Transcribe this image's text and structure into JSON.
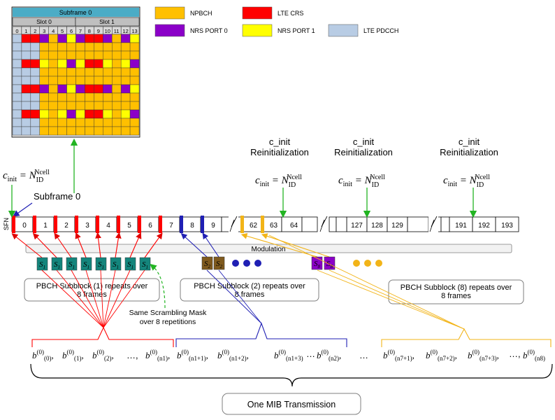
{
  "grid": {
    "subframe_label": "Subframe 0",
    "slot0_label": "Slot 0",
    "slot1_label": "Slot 1",
    "symbols": [
      "0",
      "1",
      "2",
      "3",
      "4",
      "5",
      "6",
      "7",
      "8",
      "9",
      "10",
      "11",
      "12",
      "13"
    ],
    "rows": [
      "BRRPNPYPRRPNPY",
      "BBBNNNNNNNNNNN",
      "BBBNNNNNNNNNNN",
      "BRRYNYPYRRYNYP",
      "BBBNNNNNNNNNNN",
      "BBBNNNNNNNNNNN",
      "BRRPNPYPRRPNPY",
      "BBBNNNNNNNNNNN",
      "BBBNNNNNNNNNNN",
      "BRRYNYPYRRYNYP",
      "BBBNNNNNNNNNNN",
      "BBBNNNNNNNNNNN"
    ]
  },
  "legend": [
    {
      "label": "NPBCH",
      "color": "#ffc000"
    },
    {
      "label": "LTE CRS",
      "color": "#ff0000"
    },
    {
      "label": "NRS PORT 0",
      "color": "#8b00c8"
    },
    {
      "label": "NRS PORT 1",
      "color": "#ffff00"
    },
    {
      "label": "LTE PDCCH",
      "color": "#b8cce4"
    }
  ],
  "colors": {
    "npbch": "#ffc000",
    "crs": "#ff0000",
    "nrs0": "#8b00c8",
    "nrs1": "#ffff00",
    "pdcch": "#b8cce4",
    "sub2": "#7f5a1e",
    "teal": "#14857c",
    "blue": "#1f1fb4",
    "green": "#22b422",
    "orange": "#f2b418"
  },
  "equations": {
    "c": "c",
    "init": "init",
    "equals": "= N",
    "id": "ID",
    "ncell": "Ncell"
  },
  "reinit": {
    "line1": "c_init",
    "line2": "Reinitialization"
  },
  "subframe0_label": "Subframe 0",
  "sfn_label": "SFN",
  "frames_group1": [
    "0",
    "1",
    "2",
    "3",
    "4",
    "5",
    "6",
    "7",
    "8",
    "9"
  ],
  "frames_group2": [
    "62",
    "63",
    "64"
  ],
  "frames_group3": [
    "127",
    "128",
    "129"
  ],
  "frames_group4": [
    "191",
    "192",
    "193"
  ],
  "modulation_label": "Modulation",
  "subblocks": {
    "s1": "S",
    "s1_sub": "1",
    "s2": "S",
    "s2_sub": "2",
    "s8": "S",
    "s8_sub": "8"
  },
  "callouts": [
    "PBCH Subblock (1) repeats over 8 frames",
    "PBCH Subblock (2) repeats over 8 frames",
    "PBCH Subblock (8) repeats over 8 frames"
  ],
  "scrambling_note": [
    "Same Scrambling Mask",
    "over 8 repetitions"
  ],
  "bits": {
    "b": "b",
    "sup": "(0)",
    "g1": [
      "(0)",
      "(1)",
      "(2)",
      "(n1)"
    ],
    "g2": [
      "(n1+1)",
      "(n1+2)",
      "(n1+3)",
      "(n2)"
    ],
    "g3": [
      "(n7+1)",
      "(n7+2)",
      "(n7+3)",
      "(n8)"
    ],
    "comma": ",",
    "dots": "…",
    "between": "…"
  },
  "mib_label": "One MIB Transmission"
}
